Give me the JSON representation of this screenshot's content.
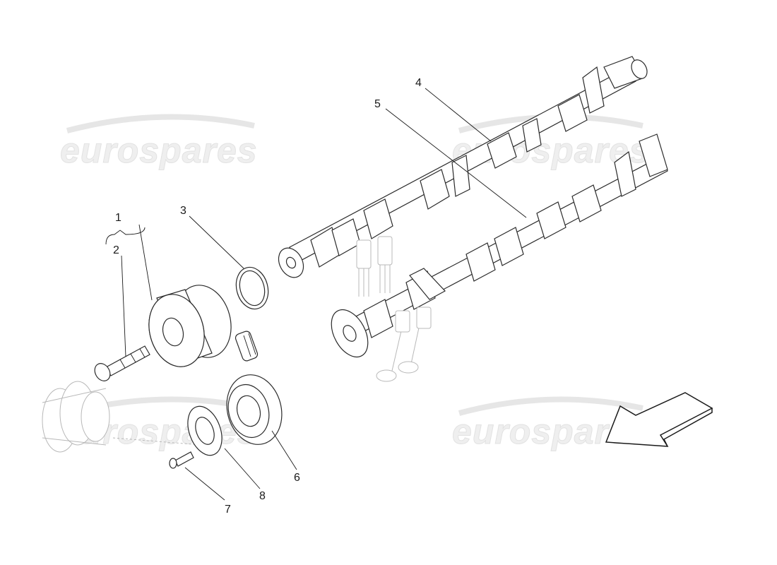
{
  "watermark": {
    "text": "eurospares"
  },
  "callouts": [
    "1",
    "2",
    "3",
    "4",
    "5",
    "6",
    "7",
    "8"
  ]
}
